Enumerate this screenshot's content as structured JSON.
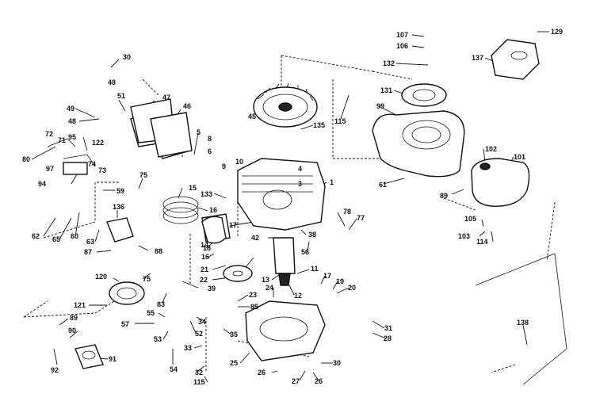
{
  "labels": [
    "107",
    "106",
    "129",
    "30",
    "48",
    "132",
    "137",
    "131",
    "51",
    "47",
    "49",
    "46",
    "48",
    "99",
    "45",
    "135",
    "115",
    "5",
    "72",
    "71",
    "95",
    "122",
    "8",
    "6",
    "102",
    "101",
    "80",
    "97",
    "74",
    "73",
    "9",
    "10",
    "4",
    "94",
    "75",
    "3",
    "61",
    "59",
    "15",
    "133",
    "1",
    "89",
    "16",
    "136",
    "62",
    "65",
    "60",
    "63",
    "87",
    "78",
    "77",
    "105",
    "103",
    "114",
    "17",
    "42",
    "38",
    "18",
    "14",
    "56",
    "16",
    "88",
    "21",
    "22",
    "13",
    "11",
    "120",
    "75",
    "17",
    "19",
    "12",
    "20",
    "24",
    "39",
    "121",
    "83",
    "23",
    "85",
    "55",
    "57",
    "89",
    "90",
    "34",
    "35",
    "52",
    "31",
    "28",
    "33",
    "53",
    "138",
    "91",
    "92",
    "54",
    "25",
    "30",
    "32",
    "26",
    "27",
    "26",
    "115"
  ]
}
